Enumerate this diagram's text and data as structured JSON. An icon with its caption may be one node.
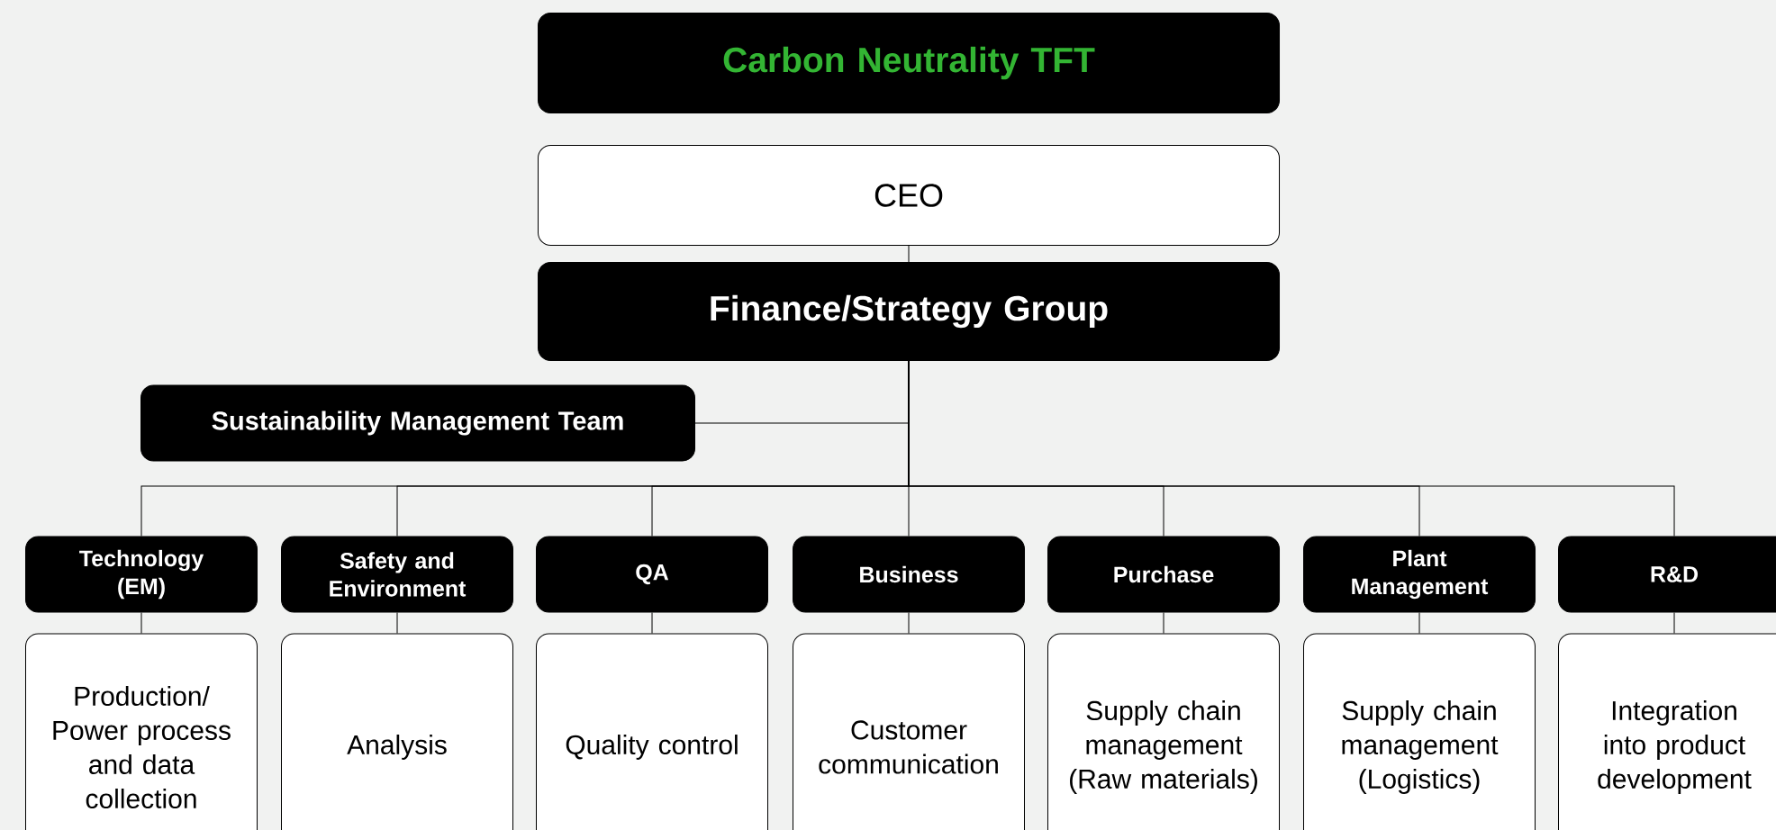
{
  "diagram": {
    "nodes": [
      {
        "text": [
          "Carbon Neutrality TFT"
        ]
      },
      {
        "text": [
          "CEO"
        ]
      },
      {
        "text": [
          "Finance/Strategy Group"
        ]
      },
      {
        "text": [
          "Sustainability Management Team"
        ]
      },
      {
        "text": [
          "Technology (EM)"
        ]
      },
      {
        "text": [
          "Safety and Environment"
        ]
      },
      {
        "text": [
          "QA"
        ]
      },
      {
        "text": [
          "Business"
        ]
      },
      {
        "text": [
          "Purchase"
        ]
      },
      {
        "text": [
          "Plant Management"
        ]
      },
      {
        "text": [
          "R&D"
        ]
      },
      {
        "text": [
          "Production/ Power process and data collection"
        ]
      },
      {
        "text": [
          "Analysis"
        ]
      },
      {
        "text": [
          "Quality control"
        ]
      },
      {
        "text": [
          "Customer communication"
        ]
      },
      {
        "text": [
          "Supply chain management (Raw materials)"
        ]
      },
      {
        "text": [
          "Supply chain management (Logistics)"
        ]
      },
      {
        "text": [
          "Integration into product development"
        ]
      }
    ],
    "edges": [
      {
        "from": 1,
        "to": 2,
        "arrow": "none"
      },
      {
        "from": 2,
        "to": 3,
        "arrow": "none"
      },
      {
        "from": 2,
        "to": 4,
        "arrow": "none"
      },
      {
        "from": 2,
        "to": 5,
        "arrow": "none"
      },
      {
        "from": 2,
        "to": 6,
        "arrow": "none"
      },
      {
        "from": 2,
        "to": 7,
        "arrow": "none"
      },
      {
        "from": 2,
        "to": 8,
        "arrow": "none"
      },
      {
        "from": 2,
        "to": 9,
        "arrow": "none"
      },
      {
        "from": 2,
        "to": 10,
        "arrow": "none"
      },
      {
        "from": 4,
        "to": 11,
        "arrow": "none"
      },
      {
        "from": 5,
        "to": 12,
        "arrow": "none"
      },
      {
        "from": 6,
        "to": 13,
        "arrow": "none"
      },
      {
        "from": 7,
        "to": 14,
        "arrow": "none"
      },
      {
        "from": 8,
        "to": 15,
        "arrow": "none"
      },
      {
        "from": 9,
        "to": 16,
        "arrow": "none"
      },
      {
        "from": 10,
        "to": 17,
        "arrow": "none"
      }
    ]
  }
}
